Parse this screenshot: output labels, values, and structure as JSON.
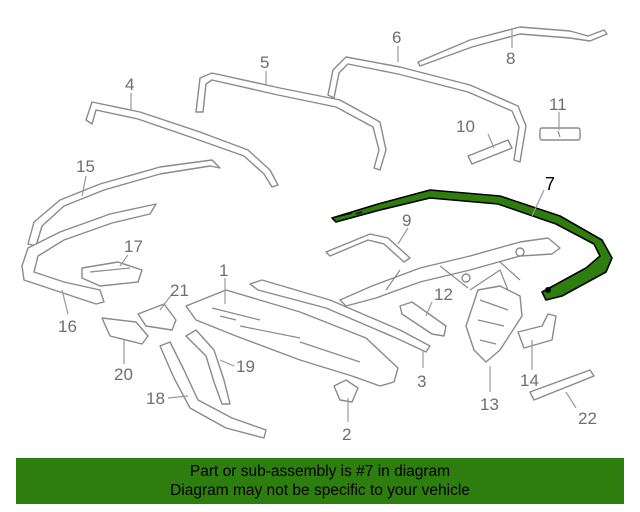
{
  "diagram": {
    "highlight_color": "#2e7d0f",
    "callouts": [
      "1",
      "2",
      "3",
      "4",
      "5",
      "6",
      "7",
      "8",
      "9",
      "10",
      "11",
      "12",
      "13",
      "14",
      "15",
      "16",
      "17",
      "18",
      "19",
      "20",
      "21",
      "22"
    ]
  },
  "banner": {
    "line1": "Part or sub-assembly is #7 in diagram",
    "line2": "Diagram may not be specific to your vehicle"
  }
}
